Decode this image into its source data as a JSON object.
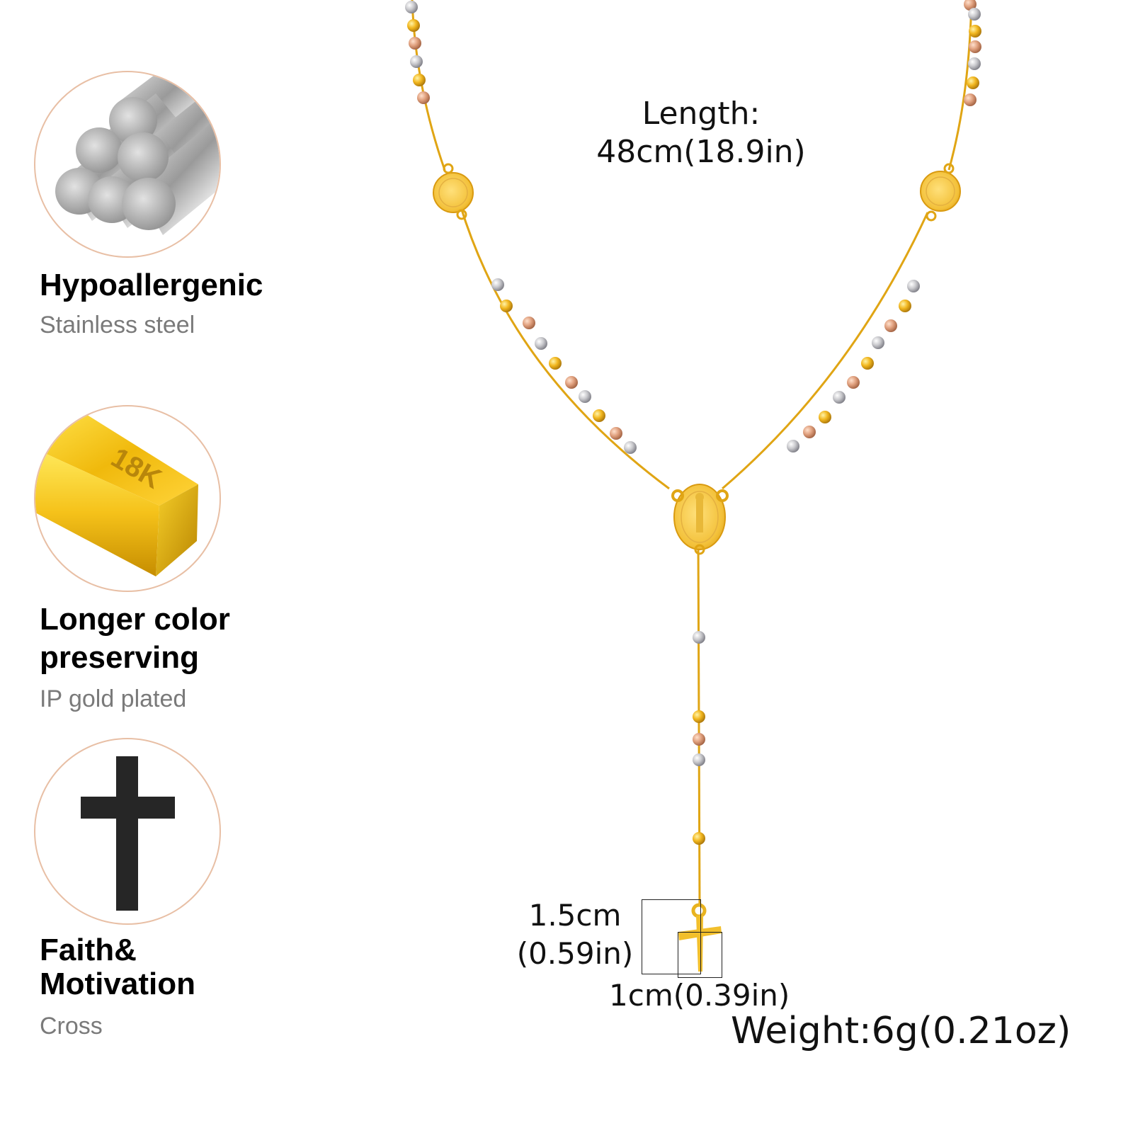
{
  "features": [
    {
      "id": "hypoallergenic",
      "title_lines": [
        "Hypoallergenic"
      ],
      "subtitle": "Stainless steel",
      "icon": "steel-rods-icon"
    },
    {
      "id": "color-preserving",
      "title_lines": [
        "Longer color",
        "preserving"
      ],
      "subtitle": "IP gold plated",
      "icon": "gold-bar-icon",
      "icon_label": "18K"
    },
    {
      "id": "faith",
      "title_lines": [
        "Faith&",
        "Motivation"
      ],
      "subtitle": "Cross",
      "icon": "cross-icon"
    }
  ],
  "product": {
    "name": "rosary-necklace",
    "dimensions": {
      "length_label": "Length:",
      "length_value": "48cm(18.9in)",
      "cross_height_line1": "1.5cm",
      "cross_height_line2": "(0.59in)",
      "cross_width": "1cm(0.39in)",
      "weight": "Weight:6g(0.21oz)"
    }
  },
  "colors": {
    "ring": "#e8bfa5",
    "gold": "#f2b71f",
    "rose_gold": "#e0a07e",
    "silver": "#c8c8cc",
    "title": "#000000",
    "subtitle": "#7a7a7a"
  }
}
